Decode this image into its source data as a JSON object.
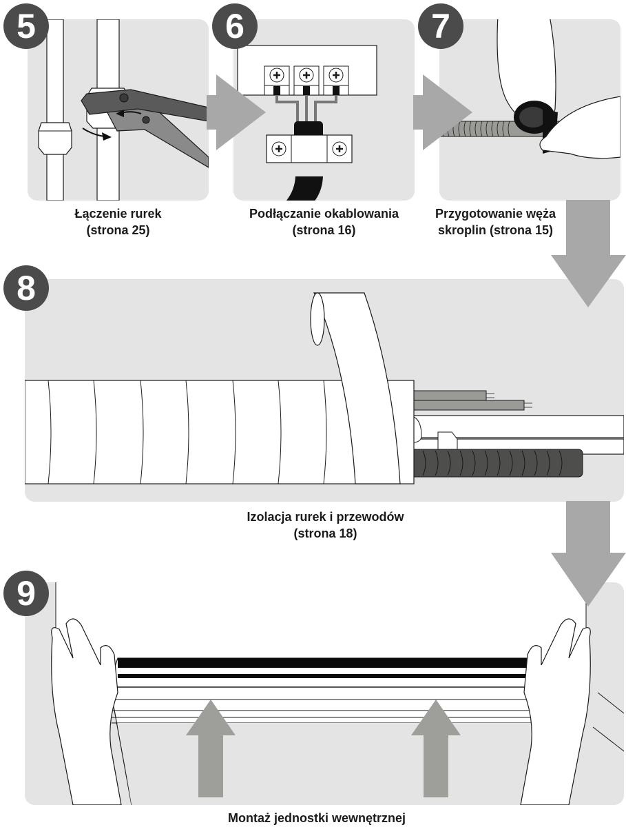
{
  "diagram": {
    "title": "Installation steps overview",
    "colors": {
      "panel_background": "#e4e4e4",
      "badge_fill": "#4b4b4b",
      "flow_arrow": "#a8a8a8",
      "up_arrow": "#9e9e9a",
      "line": "#1a1a1a"
    },
    "steps": [
      {
        "number": "5",
        "caption_line1": "Łączenie rurek",
        "caption_line2": "(strona 25)",
        "illustration": "wrench-tightening-pipe-flare-nut"
      },
      {
        "number": "6",
        "caption_line1": "Podłączanie okablowania",
        "caption_line2": "(strona 16)",
        "illustration": "terminal-block-wiring-with-cable-clamp"
      },
      {
        "number": "7",
        "caption_line1": "Przygotowanie węża",
        "caption_line2": "skroplin (strona 15)",
        "illustration": "hands-wrapping-tape-on-drain-hose"
      },
      {
        "number": "8",
        "caption_line1": "Izolacja rurek i przewodów",
        "caption_line2": "(strona 18)",
        "illustration": "tape-wrapping-pipe-bundle"
      },
      {
        "number": "9",
        "caption_line1": "Montaż jednostki wewnętrznej",
        "caption_line2": "",
        "illustration": "hands-lifting-indoor-unit-onto-wall"
      }
    ],
    "flow": [
      {
        "from": "5",
        "to": "6",
        "direction": "right"
      },
      {
        "from": "6",
        "to": "7",
        "direction": "right"
      },
      {
        "from": "7",
        "to": "8",
        "direction": "down"
      },
      {
        "from": "8",
        "to": "9",
        "direction": "down"
      }
    ]
  }
}
